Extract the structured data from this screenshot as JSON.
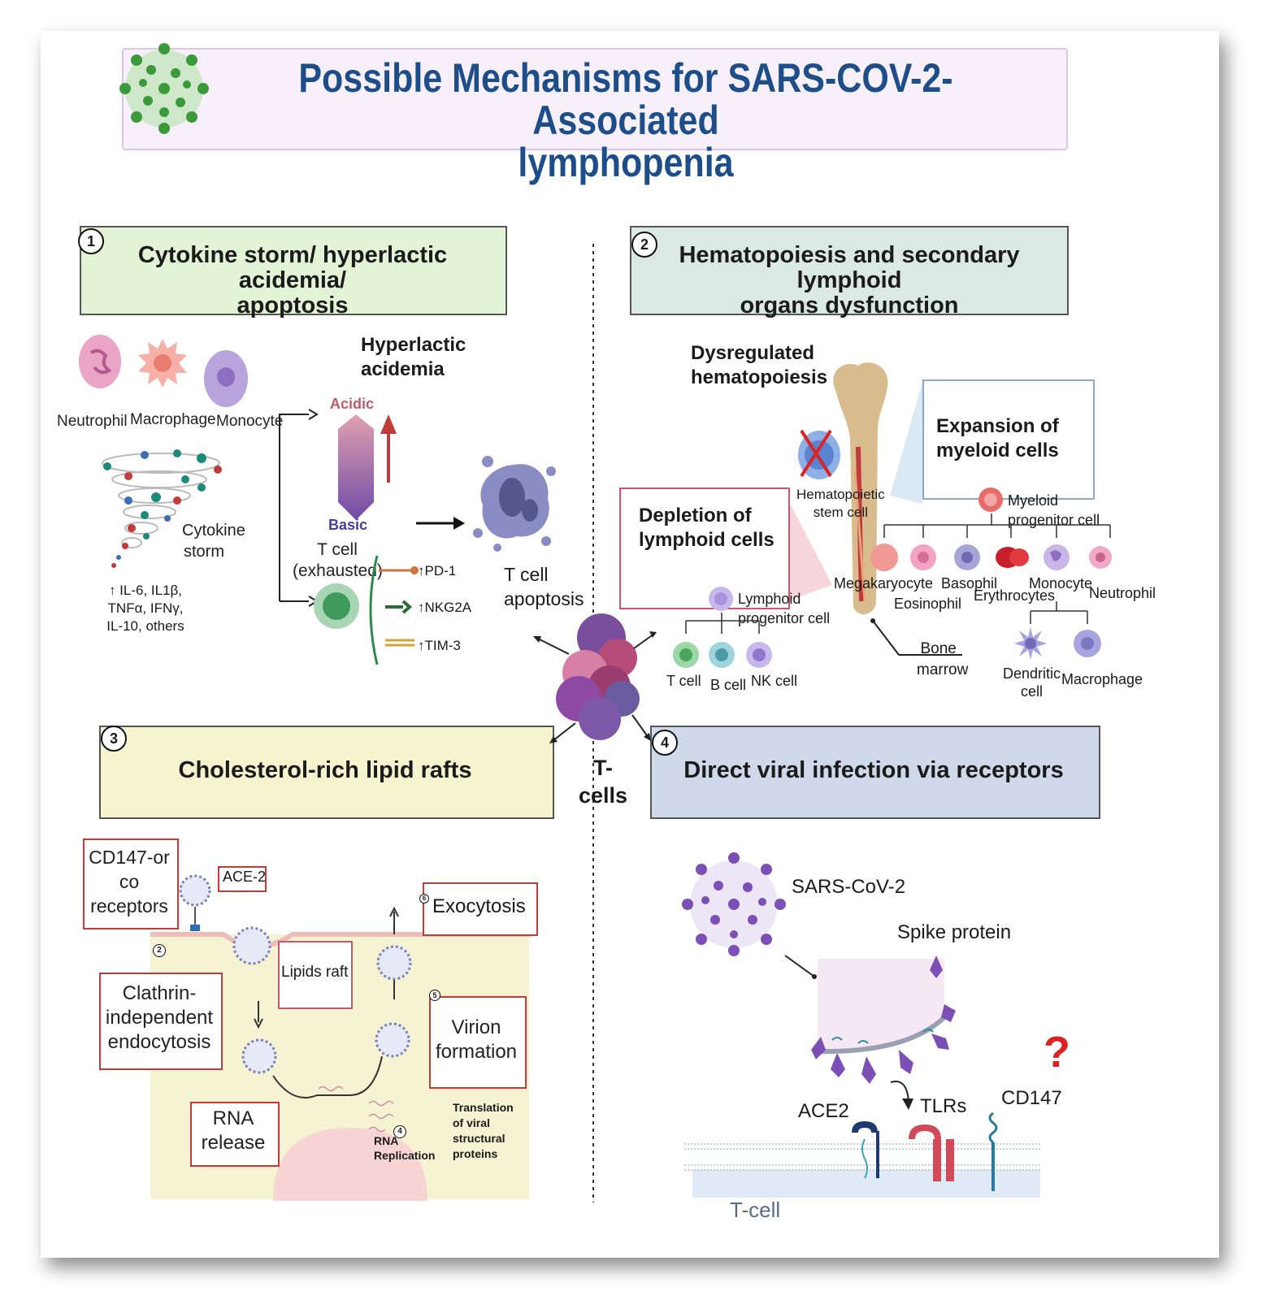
{
  "title": {
    "line1": "Possible Mechanisms for SARS-COV-2-Associated",
    "line2": "lymphopenia"
  },
  "sections": {
    "s1": {
      "number": "1",
      "line1": "Cytokine storm/  hyperlactic acidemia/",
      "line2": "apoptosis"
    },
    "s2": {
      "number": "2",
      "line1": "Hematopoiesis and secondary lymphoid",
      "line2": "organs dysfunction"
    },
    "s3": {
      "number": "3",
      "title": "Cholesterol-rich lipid rafts"
    },
    "s4": {
      "number": "4",
      "title": "Direct viral infection via receptors"
    }
  },
  "center": {
    "line1": "T-",
    "line2": "cells"
  },
  "q1": {
    "neutrophil": "Neutrophil",
    "macrophage": "Macrophage",
    "monocyte": "Monocyte",
    "cytokine_storm_1": "Cytokine",
    "cytokine_storm_2": "storm",
    "cytokines_1": "↑ IL-6, IL1β,",
    "cytokines_2": "TNFα, IFNγ,",
    "cytokines_3": "IL-10, others",
    "hyperlactic_1": "Hyperlactic",
    "hyperlactic_2": "acidemia",
    "acidic": "Acidic",
    "basic": "Basic",
    "tcell_exh_1": "T cell",
    "tcell_exh_2": "(exhausted)",
    "pd1": "↑PD-1",
    "nkg2a": "↑NKG2A",
    "tim3": "↑TIM-3",
    "apoptosis_1": "T cell",
    "apoptosis_2": "apoptosis"
  },
  "q2": {
    "dysreg_1": "Dysregulated",
    "dysreg_2": "hematopoiesis",
    "expansion_1": "Expansion of",
    "expansion_2": "myeloid cells",
    "depletion_1": "Depletion of",
    "depletion_2": "lymphoid cells",
    "hsc_1": "Hematopoietic",
    "hsc_2": "stem cell",
    "myeloid_1": "Myeloid",
    "myeloid_2": "progenitor cell",
    "lymphoid_1": "Lymphoid",
    "lymphoid_2": "progenitor cell",
    "megakaryocyte": "Megakaryocyte",
    "eosinophil": "Eosinophil",
    "basophil": "Basophil",
    "erythrocytes": "Erythrocytes",
    "monocyte": "Monocyte",
    "neutrophil": "Neutrophil",
    "tcell": "T cell",
    "bcell": "B cell",
    "nkcell": "NK cell",
    "bone_1": "Bone",
    "bone_2": "marrow",
    "dendritic_1": "Dendritic",
    "dendritic_2": "cell",
    "macrophage": "Macrophage"
  },
  "q3": {
    "cd147_1": "CD147-or",
    "cd147_2": "co",
    "cd147_3": "receptors",
    "ace2": "ACE-2",
    "exocytosis": "Exocytosis",
    "lipids_raft": "Lipids raft",
    "clathrin_1": "Clathrin-",
    "clathrin_2": "independent",
    "clathrin_3": "endocytosis",
    "virion_1": "Virion",
    "virion_2": "formation",
    "rna_release_1": "RNA",
    "rna_release_2": "release",
    "rna_rep_1": "RNA",
    "rna_rep_2": "Replication",
    "translation_1": "Translation",
    "translation_2": "of viral",
    "translation_3": "structural",
    "translation_4": "proteins",
    "step2": "2",
    "step4": "4",
    "step5": "5",
    "step6": "6"
  },
  "q4": {
    "sarscov2": "SARS-CoV-2",
    "spike": "Spike protein",
    "ace2": "ACE2",
    "tlrs": "TLRs",
    "cd147": "CD147",
    "qmark": "?",
    "tcell": "T-cell"
  }
}
